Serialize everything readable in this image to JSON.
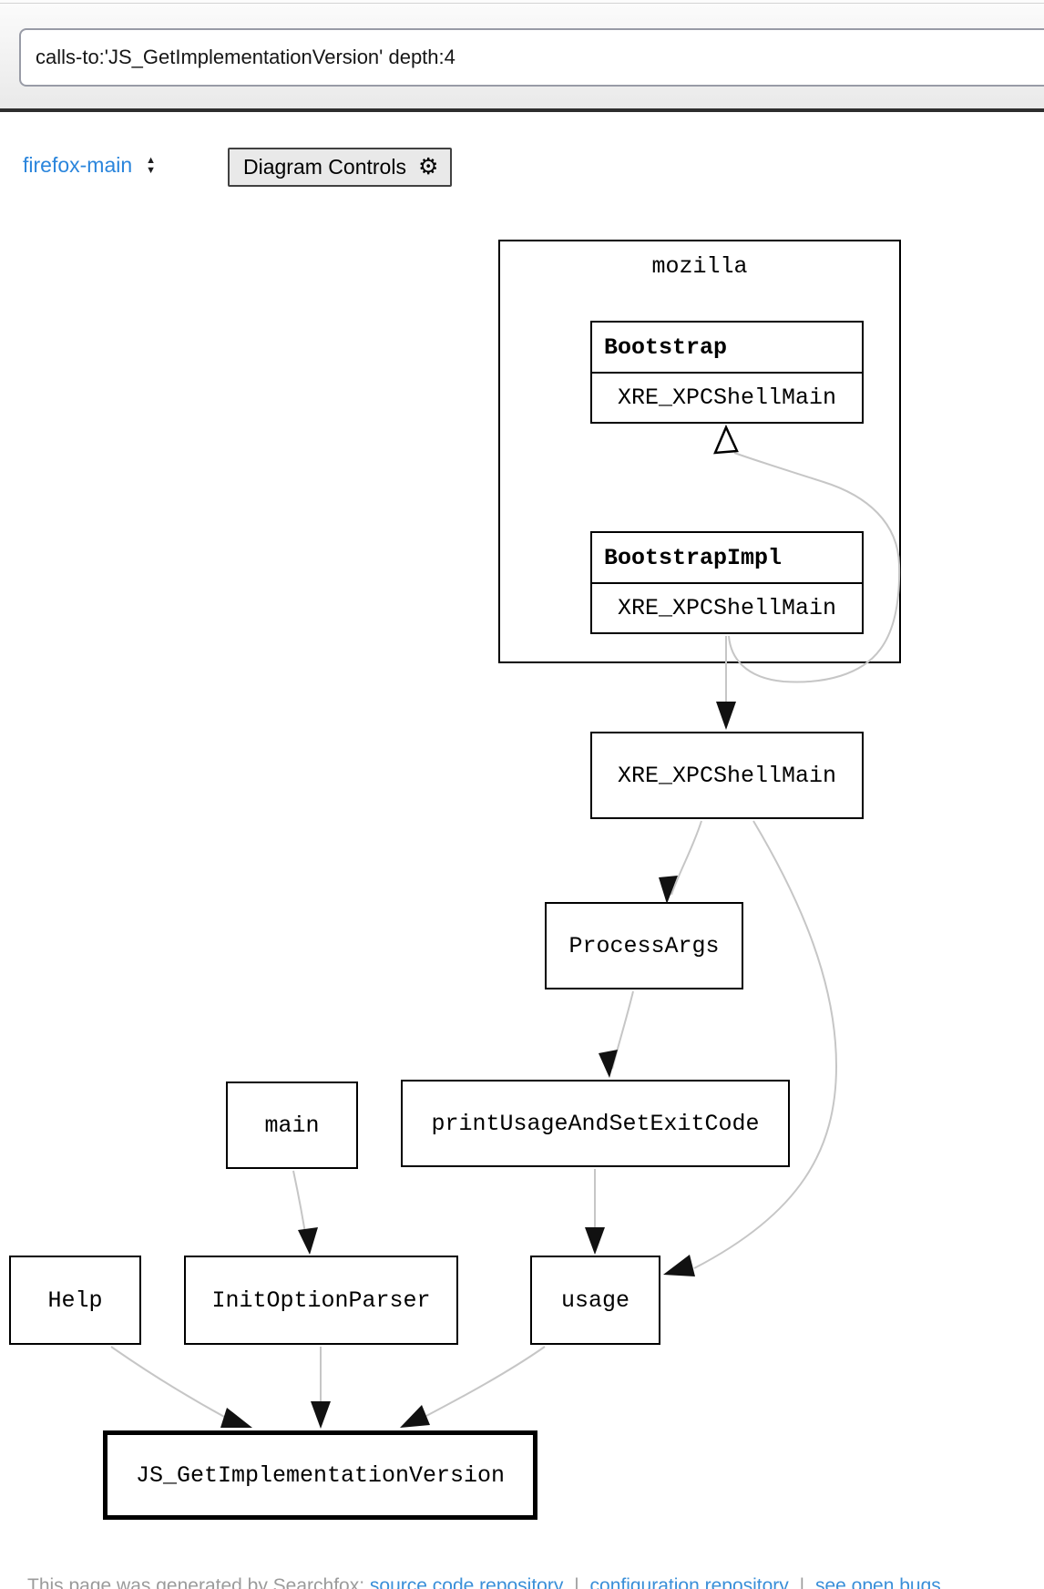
{
  "search": {
    "value": "calls-to:'JS_GetImplementationVersion' depth:4"
  },
  "toolbar": {
    "tree_select_label": "firefox-main",
    "controls_button_label": "Diagram Controls"
  },
  "icons": {
    "gear": "⚙",
    "select_up": "▲",
    "select_down": "▼"
  },
  "colors": {
    "link_blue": "#2a85dc",
    "edge_gray": "#c6c6c6",
    "header_divider": "#2e2e2e",
    "button_bg": "#e9e9e9"
  },
  "diagram": {
    "cluster": {
      "label": "mozilla"
    },
    "records": [
      {
        "title": "Bootstrap",
        "method": "XRE_XPCShellMain"
      },
      {
        "title": "BootstrapImpl",
        "method": "XRE_XPCShellMain"
      }
    ],
    "nodes": [
      {
        "id": "xre_xpcshellmain",
        "label": "XRE_XPCShellMain"
      },
      {
        "id": "processargs",
        "label": "ProcessArgs"
      },
      {
        "id": "main",
        "label": "main"
      },
      {
        "id": "printusageandsetexitcode",
        "label": "printUsageAndSetExitCode"
      },
      {
        "id": "help",
        "label": "Help"
      },
      {
        "id": "initoptionparser",
        "label": "InitOptionParser"
      },
      {
        "id": "usage",
        "label": "usage"
      },
      {
        "id": "target",
        "label": "JS_GetImplementationVersion"
      }
    ],
    "edges": [
      {
        "from": "BootstrapImpl::XRE_XPCShellMain",
        "to": "Bootstrap::XRE_XPCShellMain",
        "arrow": "hollow"
      },
      {
        "from": "BootstrapImpl::XRE_XPCShellMain",
        "to": "XRE_XPCShellMain",
        "arrow": "filled"
      },
      {
        "from": "XRE_XPCShellMain",
        "to": "ProcessArgs",
        "arrow": "filled"
      },
      {
        "from": "XRE_XPCShellMain",
        "to": "usage",
        "arrow": "filled"
      },
      {
        "from": "ProcessArgs",
        "to": "printUsageAndSetExitCode",
        "arrow": "filled"
      },
      {
        "from": "printUsageAndSetExitCode",
        "to": "usage",
        "arrow": "filled"
      },
      {
        "from": "main",
        "to": "InitOptionParser",
        "arrow": "filled"
      },
      {
        "from": "Help",
        "to": "JS_GetImplementationVersion",
        "arrow": "filled"
      },
      {
        "from": "InitOptionParser",
        "to": "JS_GetImplementationVersion",
        "arrow": "filled"
      },
      {
        "from": "usage",
        "to": "JS_GetImplementationVersion",
        "arrow": "filled"
      }
    ]
  },
  "footer": {
    "prefix": "This page was generated by Searchfox:",
    "separator": "|",
    "links": [
      "source code repository",
      "configuration repository",
      "see open bugs"
    ]
  }
}
